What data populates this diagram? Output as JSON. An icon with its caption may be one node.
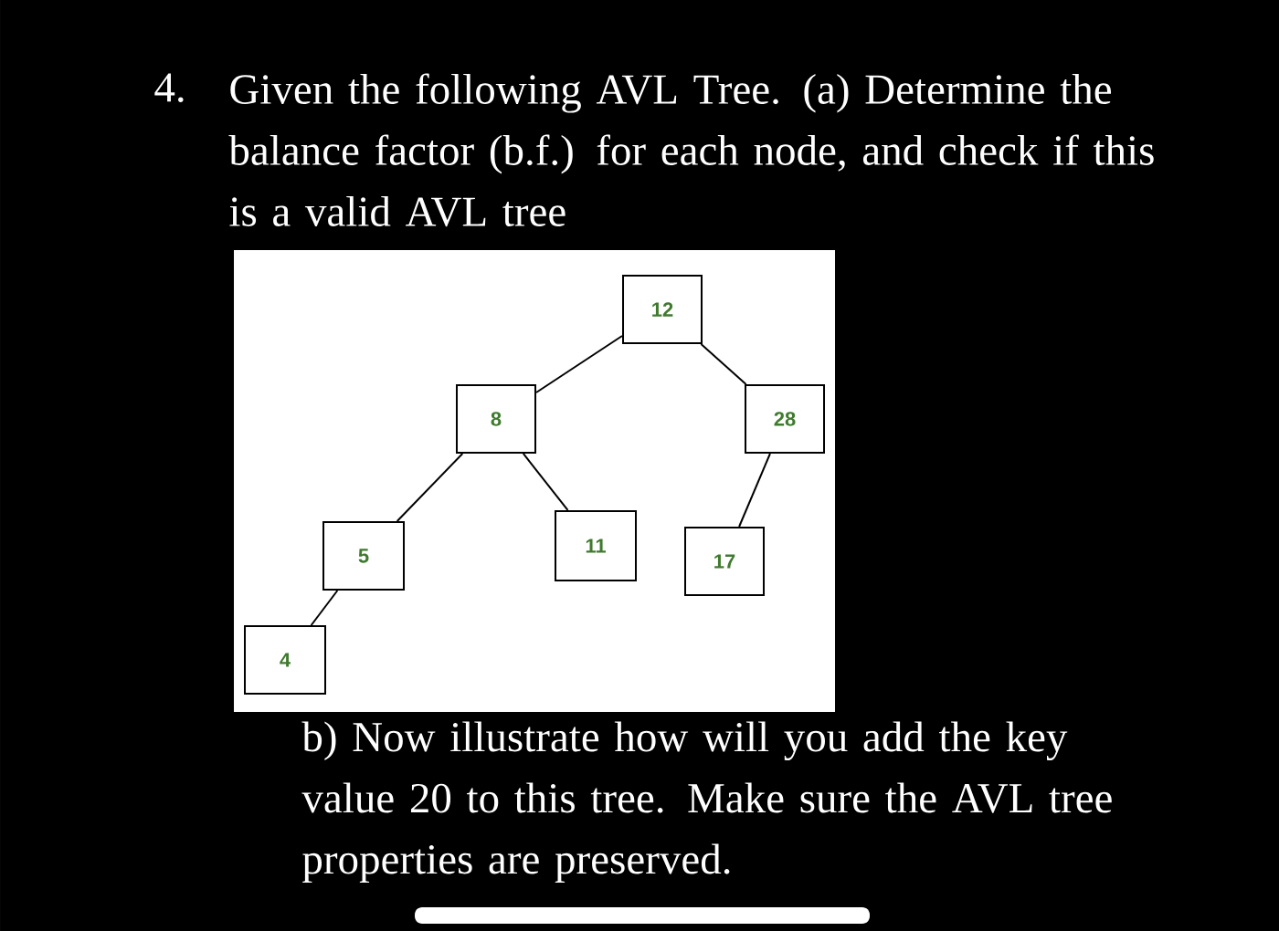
{
  "diagram": {
    "nodes": [
      {
        "text": [
          "12"
        ]
      },
      {
        "text": [
          "8"
        ]
      },
      {
        "text": [
          "28"
        ]
      },
      {
        "text": [
          "5"
        ]
      },
      {
        "text": [
          "11"
        ]
      },
      {
        "text": [
          "17"
        ]
      },
      {
        "text": [
          "4"
        ]
      }
    ],
    "edges": [
      {
        "from": 0,
        "to": 1,
        "arrow": "none"
      },
      {
        "from": 0,
        "to": 2,
        "arrow": "none"
      },
      {
        "from": 1,
        "to": 3,
        "arrow": "none"
      },
      {
        "from": 1,
        "to": 4,
        "arrow": "none"
      },
      {
        "from": 2,
        "to": 5,
        "arrow": "none"
      },
      {
        "from": 3,
        "to": 6,
        "arrow": "none"
      }
    ],
    "labels": [
      "4.",
      "Given the following AVL Tree. (a) Determine the balance factor (b.f.) for each node, and check if this is a valid AVL tree",
      "b) Now illustrate how will you add the key value 20 to this tree. Make sure the AVL tree properties are preserved."
    ]
  }
}
